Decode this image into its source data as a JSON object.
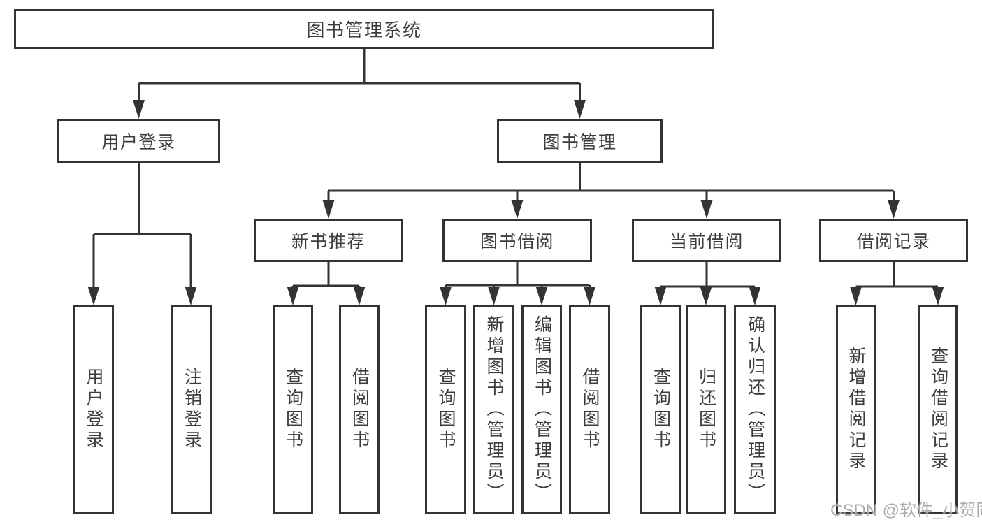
{
  "page": {
    "background_color": "#ffffff",
    "line_color": "#333333",
    "text_color": "#3d3d3d"
  },
  "watermark": {
    "text": "CSDN @软件_小贺同学",
    "color": "#ababab"
  },
  "diagram": {
    "root": {
      "label": "图书管理系统"
    },
    "level2": [
      {
        "label": "用户登录"
      },
      {
        "label": "图书管理"
      }
    ],
    "level3": [
      {
        "label": "新书推荐"
      },
      {
        "label": "图书借阅"
      },
      {
        "label": "当前借阅"
      },
      {
        "label": "借阅记录"
      }
    ],
    "leaves": {
      "user_login": [
        "用户登录",
        "注销登录"
      ],
      "new_book": [
        "查询图书",
        "借阅图书"
      ],
      "book_borrow": [
        "查询图书",
        "新增图书（管理员）",
        "编辑图书（管理员）",
        "借阅图书"
      ],
      "current_borrow": [
        "查询图书",
        "归还图书",
        "确认归还（管理员）"
      ],
      "borrow_record": [
        "新增借阅记录",
        "查询借阅记录"
      ]
    }
  }
}
